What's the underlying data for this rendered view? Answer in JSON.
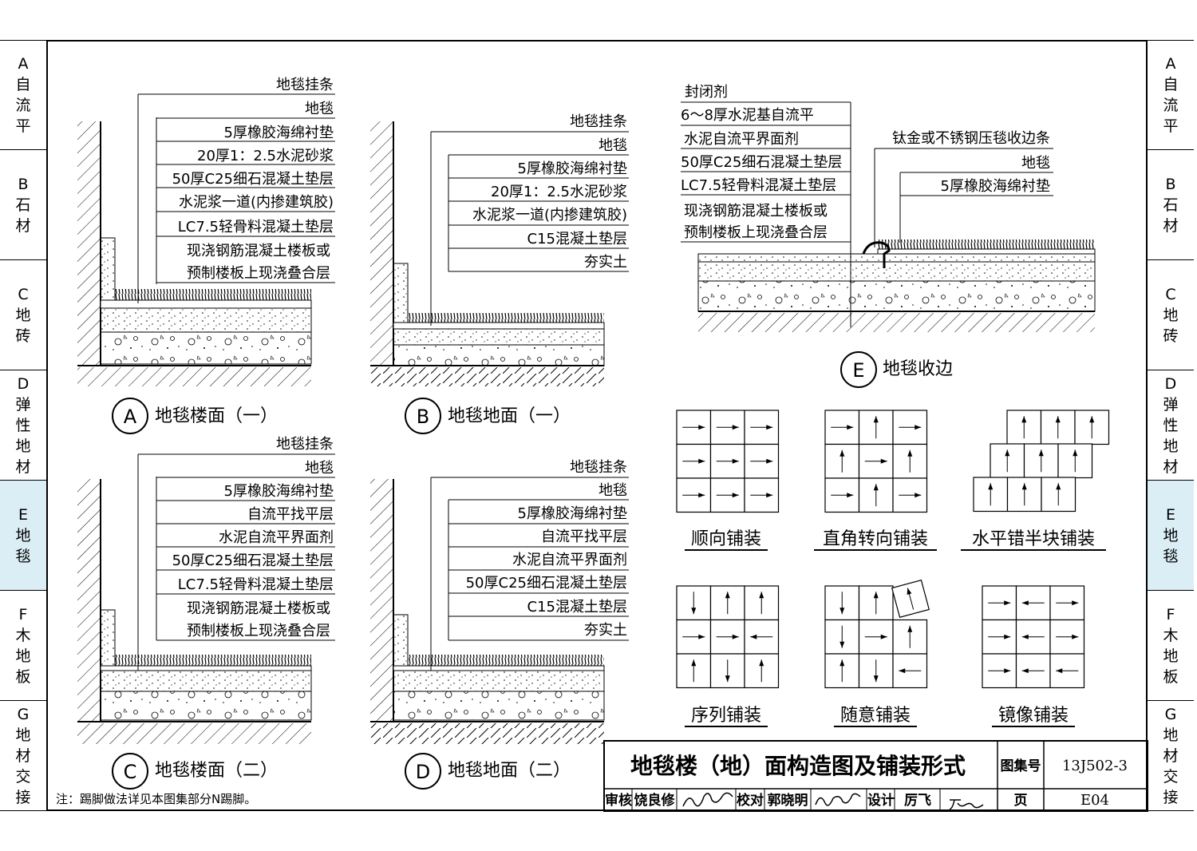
{
  "side_tabs": [
    {
      "letter": "A",
      "chars": [
        "自",
        "流",
        "平"
      ]
    },
    {
      "letter": "B",
      "chars": [
        "石",
        "材"
      ]
    },
    {
      "letter": "C",
      "chars": [
        "地",
        "砖"
      ]
    },
    {
      "letter": "D",
      "chars": [
        "弹",
        "性",
        "地",
        "材"
      ]
    },
    {
      "letter": "E",
      "chars": [
        "地",
        "毯"
      ]
    },
    {
      "letter": "F",
      "chars": [
        "木",
        "地",
        "板"
      ]
    },
    {
      "letter": "G",
      "chars": [
        "地",
        "材",
        "交",
        "接"
      ]
    }
  ],
  "active_tab": "E",
  "details": {
    "A": {
      "badge": "A",
      "title": "地毯楼面（一）",
      "layers": [
        "地毯挂条",
        "地毯",
        "5厚橡胶海绵衬垫",
        "20厚1：2.5水泥砂浆",
        "50厚C25细石混凝土垫层",
        "水泥浆一道(内掺建筑胶)",
        "LC7.5轻骨料混凝土垫层",
        "现浇钢筋混凝土楼板或",
        "预制楼板上现浇叠合层"
      ]
    },
    "B": {
      "badge": "B",
      "title": "地毯地面（一）",
      "layers": [
        "地毯挂条",
        "地毯",
        "5厚橡胶海绵衬垫",
        "20厚1：2.5水泥砂浆",
        "水泥浆一道(内掺建筑胶)",
        "C15混凝土垫层",
        "夯实土"
      ]
    },
    "C": {
      "badge": "C",
      "title": "地毯楼面（二）",
      "layers": [
        "地毯挂条",
        "地毯",
        "5厚橡胶海绵衬垫",
        "自流平找平层",
        "水泥自流平界面剂",
        "50厚C25细石混凝土垫层",
        "LC7.5轻骨料混凝土垫层",
        "现浇钢筋混凝土楼板或",
        "预制楼板上现浇叠合层"
      ]
    },
    "D": {
      "badge": "D",
      "title": "地毯地面（二）",
      "layers": [
        "地毯挂条",
        "地毯",
        "5厚橡胶海绵衬垫",
        "自流平找平层",
        "水泥自流平界面剂",
        "50厚C25细石混凝土垫层",
        "C15混凝土垫层",
        "夯实土"
      ]
    },
    "E": {
      "badge": "E",
      "title": "地毯收边",
      "layers_left": [
        "封闭剂",
        "6～8厚水泥基自流平",
        "水泥自流平界面剂",
        "50厚C25细石混凝土垫层",
        "LC7.5轻骨料混凝土垫层",
        "现浇钢筋混凝土楼板或",
        "预制楼板上现浇叠合层"
      ],
      "layers_right": [
        "钛金或不锈钢压毯收边条",
        "地毯",
        "5厚橡胶海绵衬垫"
      ]
    }
  },
  "patterns": [
    {
      "label": "顺向铺装"
    },
    {
      "label": "直角转向铺装"
    },
    {
      "label": "水平错半块铺装"
    },
    {
      "label": "序列铺装"
    },
    {
      "label": "随意铺装"
    },
    {
      "label": "镜像铺装"
    }
  ],
  "title_block": {
    "title": "地毯楼（地）面构造图及铺装形式",
    "atlas_label": "图集号",
    "atlas_no": "13J502-3",
    "review_label": "审核",
    "reviewer": "饶良修",
    "check_label": "校对",
    "checker": "郭晓明",
    "design_label": "设计",
    "designer": "厉飞",
    "page_label": "页",
    "page_no": "E04"
  },
  "note": "注：踢脚做法详见本图集部分N踢脚。",
  "colors": {
    "active_tab": "#dbeef6",
    "line": "#000000"
  }
}
